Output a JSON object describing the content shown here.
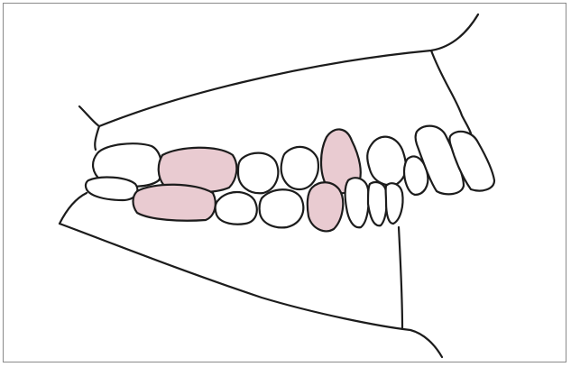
{
  "figure": {
    "kind": "dental-occlusion-line-drawing",
    "view": "right lateral",
    "colors": {
      "outline": "#1c1c1c",
      "tooth_fill": "#ffffff",
      "highlight_fill": "#e9cbd1",
      "frame_border": "#8a8a8a",
      "background": "#ffffff"
    },
    "highlighted_teeth": [
      "upper-first-molar",
      "upper-first-premolar",
      "lower-first-molar",
      "lower-first-premolar"
    ]
  }
}
